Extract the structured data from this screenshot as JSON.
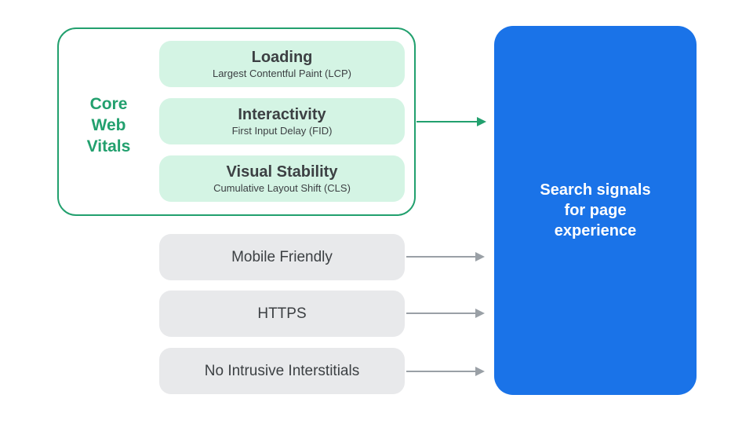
{
  "core_web_vitals": {
    "label": "Core Web Vitals",
    "label_lines": [
      "Core",
      "Web",
      "Vitals"
    ],
    "items": [
      {
        "title": "Loading",
        "subtitle": "Largest Contentful Paint (LCP)"
      },
      {
        "title": "Interactivity",
        "subtitle": "First Input Delay (FID)"
      },
      {
        "title": "Visual Stability",
        "subtitle": "Cumulative Layout Shift (CLS)"
      }
    ]
  },
  "other_signals": [
    {
      "label": "Mobile Friendly"
    },
    {
      "label": "HTTPS"
    },
    {
      "label": "No Intrusive Interstitials"
    }
  ],
  "result_box": {
    "label": "Search signals for page experience",
    "lines": [
      "Search signals",
      "for page",
      "experience"
    ]
  },
  "colors": {
    "accent_green": "#22A06E",
    "light_green_fill": "#D4F4E4",
    "blue_fill": "#1A73E8",
    "gray_fill": "#E8E9EB",
    "arrow_gray": "#9AA0A6",
    "text_dark": "#3C4043",
    "text_white": "#FFFFFF"
  }
}
